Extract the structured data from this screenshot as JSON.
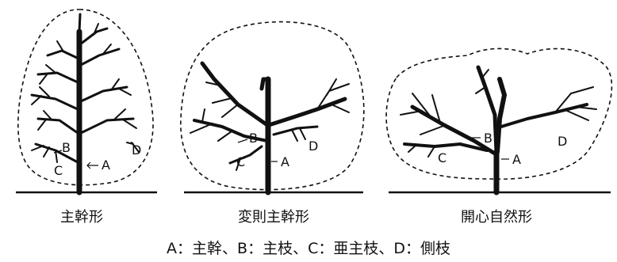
{
  "diagrams": [
    {
      "caption": "主幹形",
      "labels": {
        "a": "A",
        "b": "B",
        "c": "C",
        "d": "D"
      }
    },
    {
      "caption": "変則主幹形",
      "labels": {
        "a": "A",
        "b": "B",
        "c": "C",
        "d": "D"
      }
    },
    {
      "caption": "開心自然形",
      "labels": {
        "a": "A",
        "b": "B",
        "c": "C",
        "d": "D"
      }
    }
  ],
  "legend": "A：主幹、B：主枝、C：亜主枝、D：側枝"
}
